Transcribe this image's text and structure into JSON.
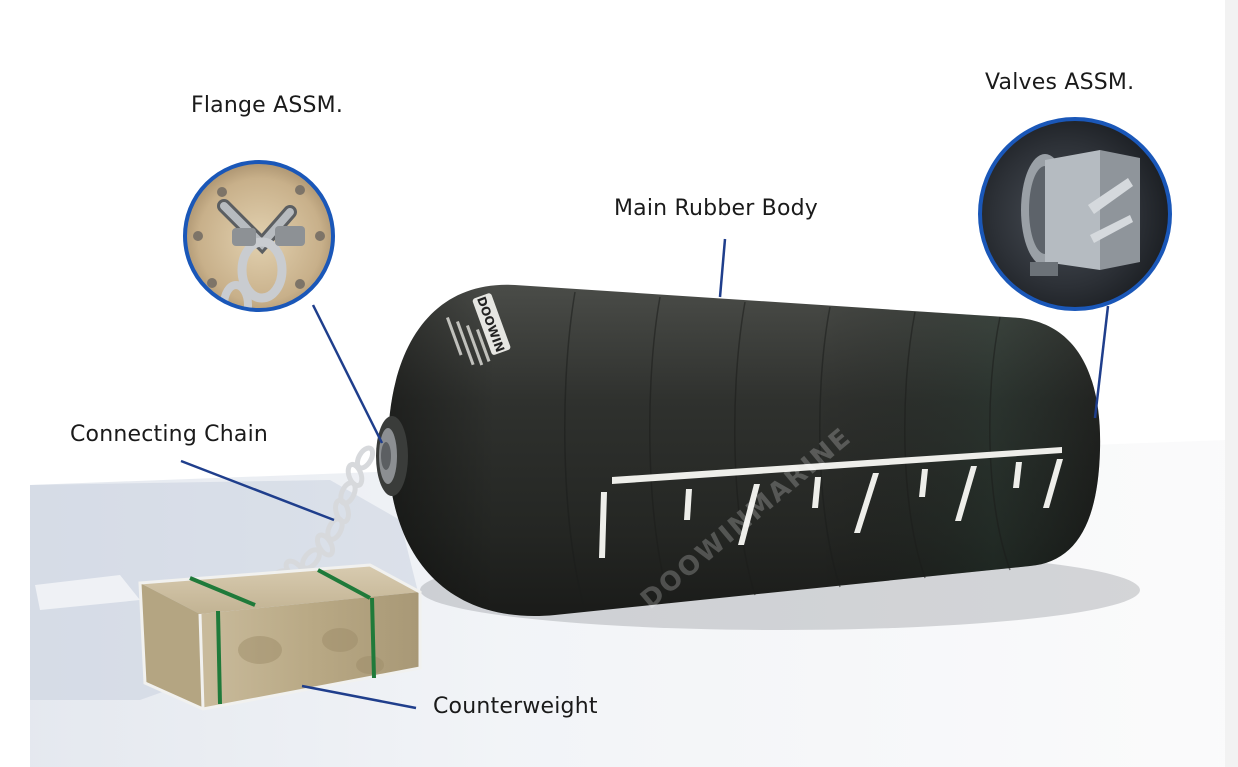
{
  "labels": {
    "flange": "Flange ASSM.",
    "valves": "Valves ASSM.",
    "body": "Main Rubber Body",
    "chain": "Connecting Chain",
    "counterweight": "Counterweight"
  },
  "branding": {
    "logo_text": "DOOWIN",
    "watermark": "DOOWINMARINE"
  },
  "colors": {
    "callout_line": "#1f3e8c",
    "inset_ring": "#1a57b8",
    "fender_body": "#2b2d2b",
    "stripe": "#eeeeea",
    "box": "#c9b99a",
    "strap": "#1f7a3a"
  },
  "icons": [
    "flange-shackle-icon",
    "valve-housing-icon"
  ]
}
